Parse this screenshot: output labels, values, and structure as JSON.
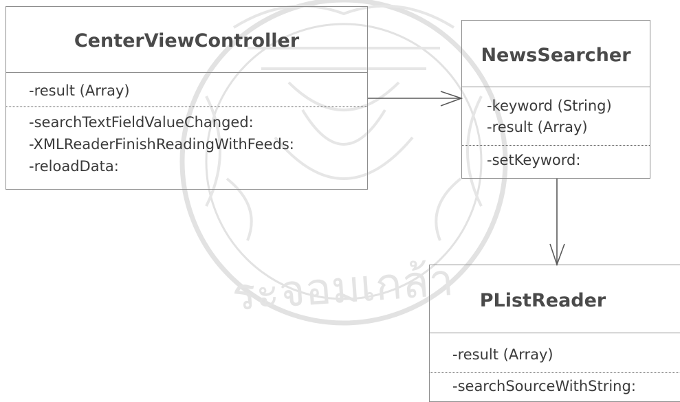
{
  "classes": {
    "center_view_controller": {
      "name": "CenterViewController",
      "attributes": [
        "-result (Array)"
      ],
      "methods": [
        "-searchTextFieldValueChanged:",
        "-XMLReaderFinishReadingWithFeeds:",
        "-reloadData:"
      ]
    },
    "news_searcher": {
      "name": "NewsSearcher",
      "attributes": [
        "-keyword (String)",
        "-result (Array)"
      ],
      "methods": [
        "-setKeyword:"
      ]
    },
    "plist_reader": {
      "name": "PListReader",
      "attributes": [
        "-result (Array)"
      ],
      "methods": [
        "-searchSourceWithString:"
      ]
    }
  },
  "associations": [
    {
      "from": "CenterViewController",
      "to": "NewsSearcher",
      "arrow": "open"
    },
    {
      "from": "NewsSearcher",
      "to": "PListReader",
      "arrow": "open"
    }
  ],
  "colors": {
    "border": "#8d8d8d",
    "text": "#3a3a3a",
    "watermark": "#e4e4e4"
  }
}
